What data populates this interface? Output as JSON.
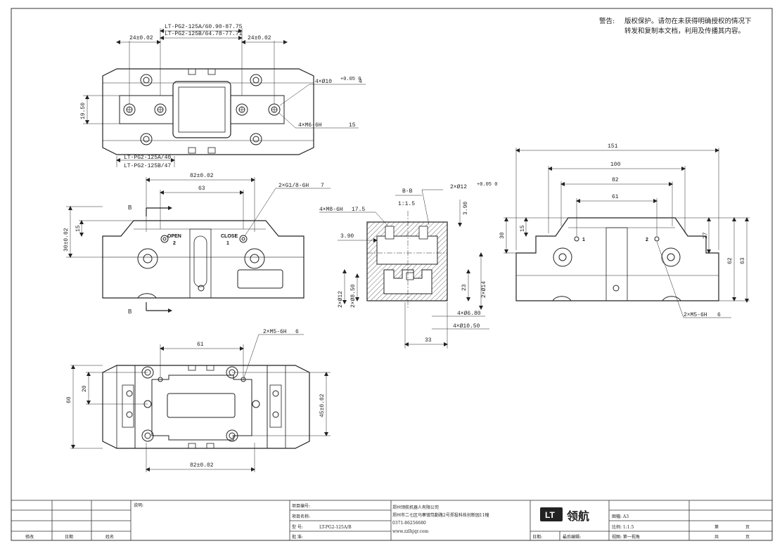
{
  "warning": {
    "label": "警告:",
    "line1": "版权保护。请勿在未获得明确授权的情况下",
    "line2": "转发和复制本文档，利用及传播其内容。"
  },
  "top_view": {
    "dim_range_a": "LT-PG2-125A/60.90-87.75",
    "dim_range_b": "LT-PG2-125B/64.78-77.71",
    "dim_24_left": "24±0.02",
    "dim_24_right": "24±0.02",
    "dim_19_5": "19.50",
    "note_hole": "4×Ø10",
    "note_hole_tol": "+0.05 0",
    "note_hole_depth": "4",
    "note_thread": "4×M6-6H",
    "note_thread_depth": "15",
    "dim_closed_a": "LT-PG2-125A/40",
    "dim_closed_b": "LT-PG2-125B/47"
  },
  "front_view": {
    "dim_82": "82±0.02",
    "dim_63": "63",
    "dim_30": "30±0.02",
    "dim_15": "15",
    "note_port": "2×G1/8-6H",
    "note_port_depth": "7",
    "open_label": "OPEN",
    "open_num": "2",
    "close_label": "CLOSE",
    "close_num": "1",
    "section_mark_top": "B",
    "section_mark_bottom": "B"
  },
  "section_view": {
    "title": "B-B",
    "scale": "1:1.5",
    "dim_3_90_top": "3.90",
    "dim_3_90_left": "3.90",
    "note_m8": "4×M8-6H",
    "note_m8_depth": "17.5",
    "note_pin": "2×Ø12",
    "note_pin_tol": "+0.05 0",
    "dim_pin_left": "2×Ø12",
    "dim_8_50": "2×Ø8.50",
    "dim_23": "23",
    "dim_14": "2×Ø14",
    "dim_6_80": "4×Ø6.80",
    "dim_10_50": "4×Ø10.50",
    "dim_33": "33"
  },
  "side_view": {
    "dim_151": "151",
    "dim_100": "100",
    "dim_82": "82",
    "dim_61": "61",
    "dim_30": "30",
    "dim_15": "15",
    "dim_27": "27",
    "dim_62": "62",
    "dim_63": "63",
    "port_1": "1",
    "port_2": "2",
    "note_m5": "2×M5-6H",
    "note_m5_depth": "6"
  },
  "bottom_view": {
    "dim_61": "61",
    "dim_60": "60",
    "dim_20": "20",
    "dim_45": "45±0.02",
    "dim_82": "82±0.02",
    "note_m5": "2×M5-6H",
    "note_m5_depth": "6"
  },
  "title_block": {
    "note_label": "说明:",
    "project_no": "项目编号:",
    "project_name": "项目名称:",
    "model_label": "型    号:",
    "model_value": "LT-PG2-125A/B",
    "approve": "批    准:",
    "company": "郑州领航机器人有限公司",
    "address": "郑州市二七区马寨镇笃勤路2号郑投科技创新园11幢",
    "phone": "0371-86256680",
    "website": "www.zzlhjqr.com",
    "logo_mark": "LT",
    "logo_text": "领航",
    "sheet_size": "图幅: A3",
    "scale": "比例: 1:1.5",
    "view": "视图: 第一视角",
    "date": "日期:",
    "last_edit": "最后编辑:",
    "page": "第",
    "page_unit": "页",
    "total": "共",
    "total_unit": "页",
    "rev_mod": "修改",
    "rev_date": "日期",
    "rev_sign": "姓名"
  }
}
